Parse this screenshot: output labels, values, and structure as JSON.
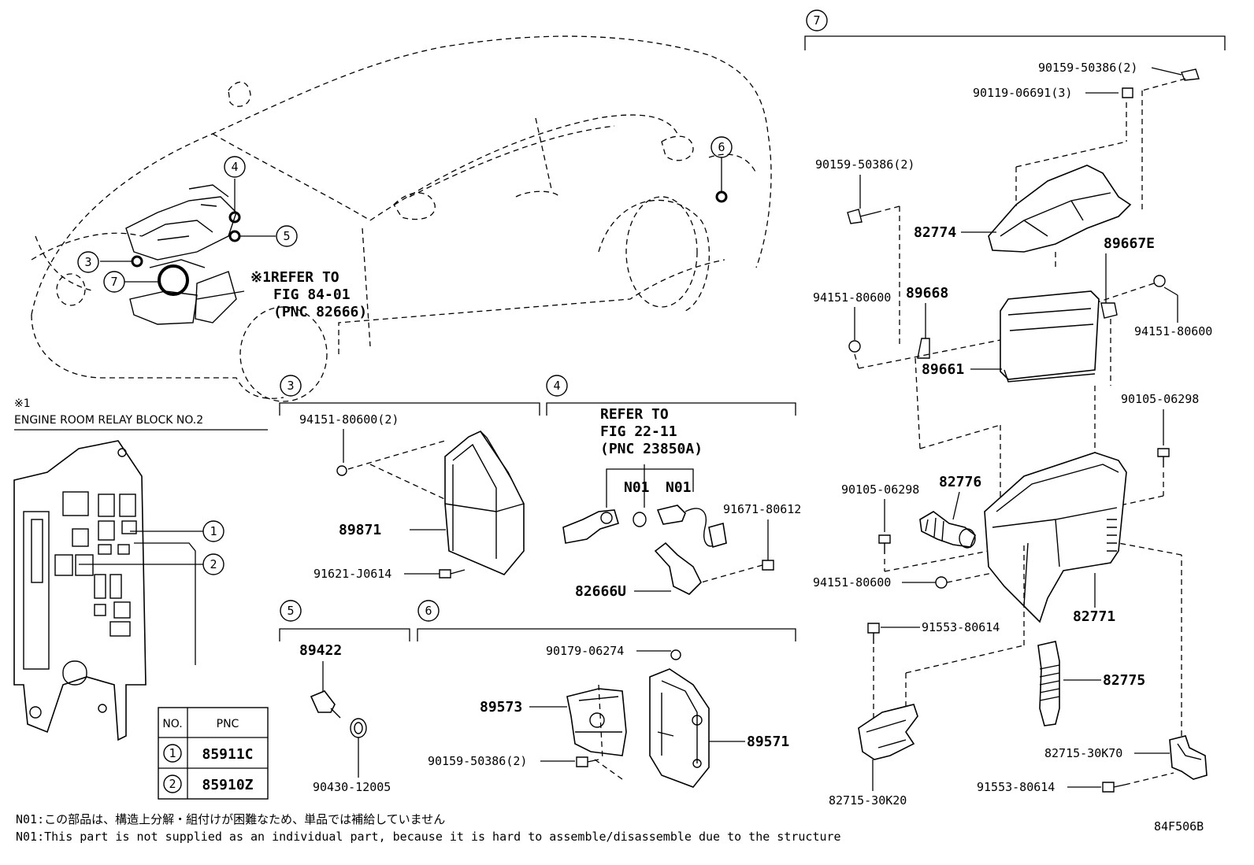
{
  "diagram_id": "84F506B",
  "car": {
    "refer_note": [
      "※1REFER TO",
      "FIG 84-01",
      "(PNC 82666)"
    ]
  },
  "callouts": [
    "3",
    "4",
    "5",
    "6",
    "7"
  ],
  "relay_block": {
    "mark": "※1",
    "title": "ENGINE ROOM RELAY BLOCK  NO.2",
    "callouts": [
      "1",
      "2"
    ],
    "table": {
      "headers": [
        "NO.",
        "PNC"
      ],
      "rows": [
        {
          "no": "1",
          "pnc": "85911C"
        },
        {
          "no": "2",
          "pnc": "85910Z"
        }
      ]
    }
  },
  "section3": {
    "no": "3",
    "labels": {
      "bolt_top": "94151-80600(2)",
      "main": "89871",
      "bolt_bottom": "91621-J0614"
    }
  },
  "section4": {
    "no": "4",
    "refer_note": [
      "REFER TO",
      "FIG 22-11",
      "(PNC 23850A)"
    ],
    "n01a": "N01",
    "n01b": "N01",
    "bolt": "91671-80612",
    "main": "82666U"
  },
  "section5": {
    "no": "5",
    "main": "89422",
    "seal": "90430-12005"
  },
  "section6": {
    "no": "6",
    "nut": "90179-06274",
    "bracket": "89573",
    "bolt": "90159-50386(2)",
    "main": "89571"
  },
  "section7": {
    "no": "7",
    "labels": {
      "bolt_top1": "90159-50386(2)",
      "bolt_top2": "90119-06691(3)",
      "bolt_left": "90159-50386(2)",
      "cover": "82774",
      "bracket_r": "89667E",
      "nut_left": "94151-80600",
      "bracket_l": "89668",
      "nut_right": "94151-80600",
      "ecu": "89661",
      "bolt_right": "90105-06298",
      "bolt_mid": "90105-06298",
      "duct": "82776",
      "nut_low": "94151-80600",
      "box": "82771",
      "bolt_low": "91553-80614",
      "hose": "82775",
      "bracket_low_r": "82715-30K70",
      "bolt_bottom": "91553-80614",
      "bracket_low_l": "82715-30K20"
    }
  },
  "notes": {
    "jp": "N01:この部品は、構造上分解・組付けが困難なため、単品では補給していません",
    "en": "N01:This part is not supplied as an individual part, because it is hard to assemble/disassemble due to the structure"
  }
}
